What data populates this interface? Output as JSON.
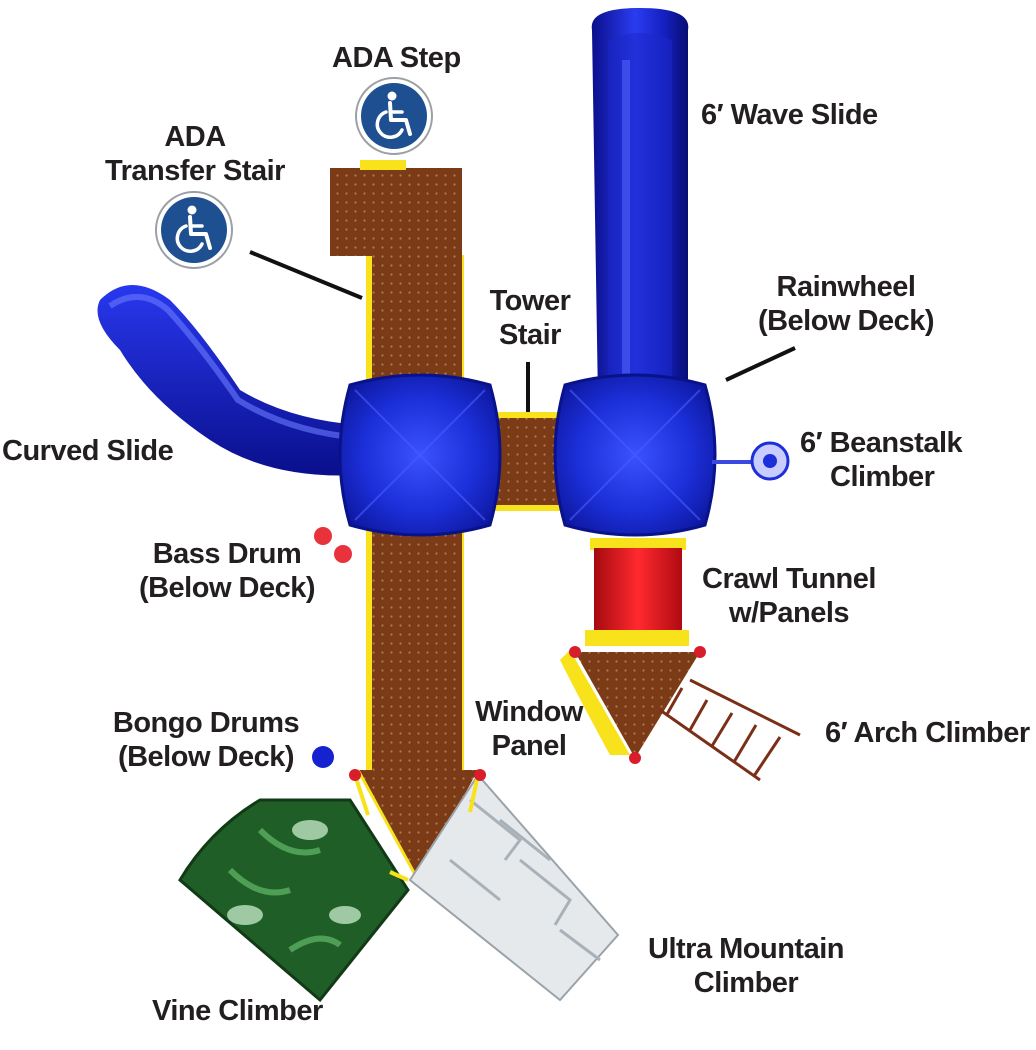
{
  "labels": {
    "ada_step": "ADA Step",
    "ada_transfer_line1": "ADA",
    "ada_transfer_line2": "Transfer Stair",
    "wave_slide": "6′ Wave Slide",
    "tower_stair_line1": "Tower",
    "tower_stair_line2": "Stair",
    "rainwheel_line1": "Rainwheel",
    "rainwheel_line2": "(Below Deck)",
    "curved_slide": "Curved Slide",
    "beanstalk_line1": "6′ Beanstalk",
    "beanstalk_line2": "Climber",
    "bass_drum_line1": "Bass Drum",
    "bass_drum_line2": "(Below Deck)",
    "crawl_tunnel_line1": "Crawl Tunnel",
    "crawl_tunnel_line2": "w/Panels",
    "window_panel_line1": "Window",
    "window_panel_line2": "Panel",
    "arch_climber": "6′ Arch Climber",
    "bongo_line1": "Bongo Drums",
    "bongo_line2": "(Below Deck)",
    "ultra_mountain_line1": "Ultra Mountain",
    "ultra_mountain_line2": "Climber",
    "vine_climber": "Vine Climber"
  },
  "icons": {
    "ada_step": "wheelchair-accessibility-icon",
    "ada_transfer": "wheelchair-accessibility-icon"
  },
  "colors": {
    "deck_brown": "#7a3b16",
    "slide_blue": "#1a23c8",
    "roof_blue": "#1c2fd8",
    "tunnel_red": "#e0141a",
    "trim_yellow": "#f7e21b",
    "vine_green": "#1f5e26",
    "mountain_white": "#e6e9ec",
    "ada_blue": "#1d4f91",
    "label_text": "#231f20"
  }
}
